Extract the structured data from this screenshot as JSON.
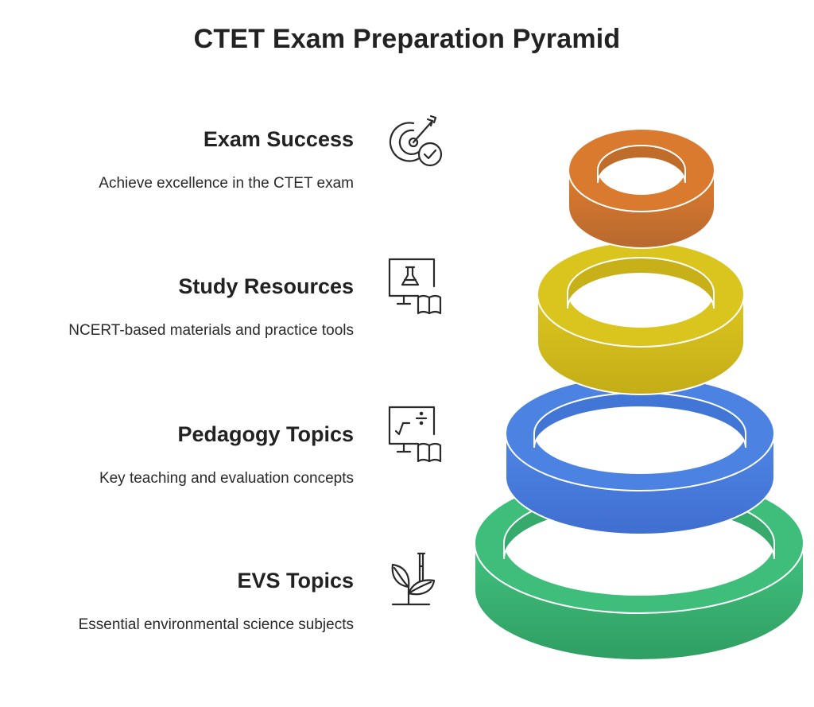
{
  "title": "CTET Exam Preparation Pyramid",
  "levels": [
    {
      "title": "Exam Success",
      "description": "Achieve excellence in the CTET exam",
      "icon": "target-check-icon",
      "color": "#D9792F"
    },
    {
      "title": "Study Resources",
      "description": "NCERT-based materials and practice tools",
      "icon": "monitor-flask-book-icon",
      "color": "#D8C21F"
    },
    {
      "title": "Pedagogy Topics",
      "description": "Key teaching and evaluation concepts",
      "icon": "monitor-math-book-icon",
      "color": "#4A80DF"
    },
    {
      "title": "EVS Topics",
      "description": "Essential environmental science subjects",
      "icon": "plant-test-tube-icon",
      "color": "#3DB677"
    }
  ]
}
